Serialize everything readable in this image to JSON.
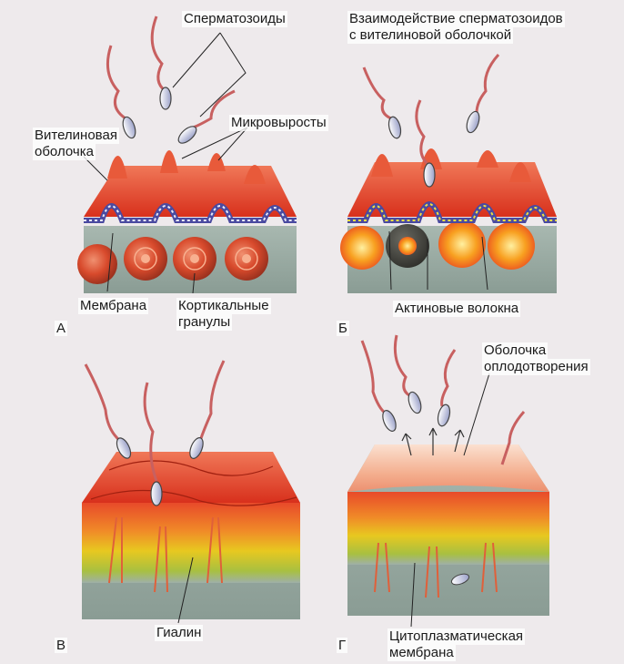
{
  "labels": {
    "sperm": "Сперматозоиды",
    "interaction_line1": "Взаимодействие сперматозоидов",
    "interaction_line2": "с вителиновой оболочкой",
    "vitelline_line1": "Вителиновая",
    "vitelline_line2": "оболочка",
    "microvilli": "Микровыросты",
    "membrane": "Мембрана",
    "cortical_line1": "Кортикальные",
    "cortical_line2": "гранулы",
    "actin": "Актиновые волокна",
    "fert_env_line1": "Оболочка",
    "fert_env_line2": "оплодотворения",
    "hyaline": "Гиалин",
    "cytoplasmic_line1": "Цитоплазматическая",
    "cytoplasmic_line2": "мембрана"
  },
  "panels": {
    "a": "А",
    "b": "Б",
    "v": "В",
    "g": "Г"
  },
  "colors": {
    "vitelline": "#e8402a",
    "cytoplasm": "#9fb0a8",
    "membrane": "#4a4aa0",
    "sperm_tail": "#c86060",
    "granule": "#e0603a",
    "hyaline_yellow": "#e6c020"
  }
}
